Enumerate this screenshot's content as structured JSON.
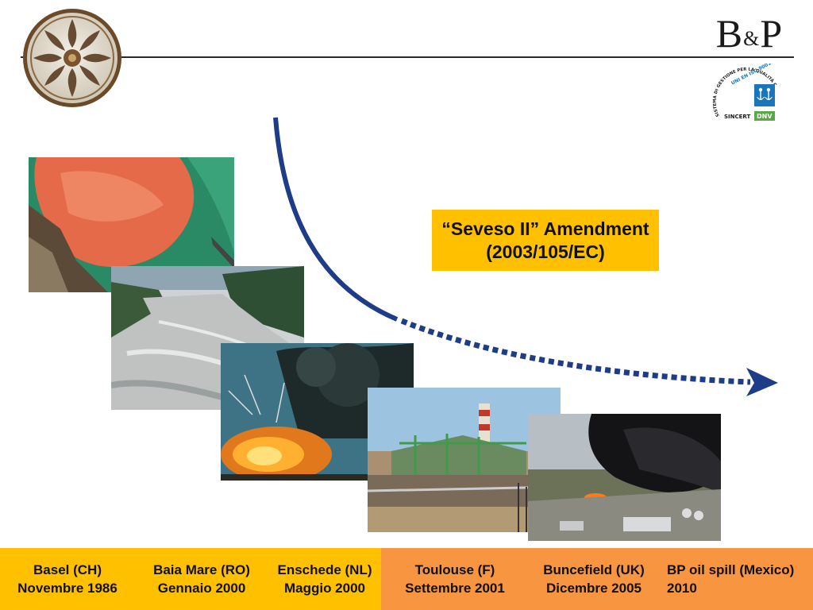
{
  "logo": {
    "b": "B",
    "amp": "&",
    "p": "P"
  },
  "certification": {
    "ring_text": "SISTEMA DI GESTIONE PER LA QUALITÀ CERTIFICATO",
    "standard": "UNI EN ISO 9001:2000",
    "sincert": "SINCERT",
    "dnv": "DNV"
  },
  "amendment": {
    "line1": "“Seveso II” Amendment",
    "line2": "(2003/105/EC)"
  },
  "timeline": [
    {
      "place": "Basel (CH)",
      "date": "Novembre 1986"
    },
    {
      "place": "Baia Mare (RO)",
      "date": "Gennaio 2000"
    },
    {
      "place": "Enschede (NL)",
      "date": "Maggio 2000"
    },
    {
      "place": "Toulouse (F)",
      "date": "Settembre 2001"
    },
    {
      "place": "Buncefield (UK)",
      "date": "Dicembre 2005"
    },
    {
      "place": "BP oil spill (Mexico)",
      "date": "2010"
    }
  ],
  "colors": {
    "accent_yellow": "#ffc000",
    "accent_orange": "#f79540",
    "arrow_blue": "#1f3c88",
    "cert_blue": "#1b75bb",
    "cert_green": "#5aa845"
  }
}
